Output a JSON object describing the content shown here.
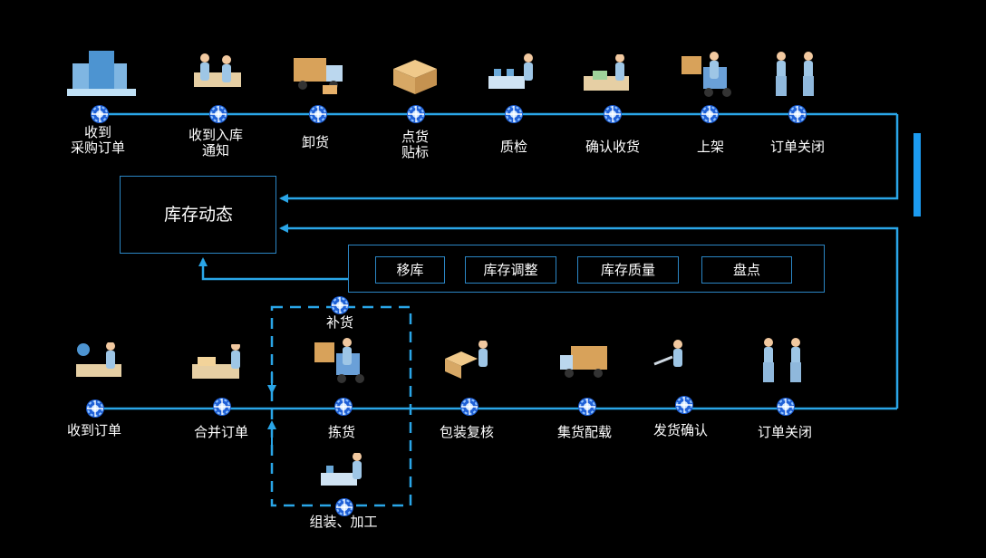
{
  "inbound": {
    "steps": [
      {
        "label": "收到\n采购订单",
        "icon": "office-building-icon"
      },
      {
        "label": "收到入库\n通知",
        "icon": "desk-worker-icon"
      },
      {
        "label": "卸货",
        "icon": "unloading-truck-icon"
      },
      {
        "label": "点货\n贴标",
        "icon": "cardboard-box-icon"
      },
      {
        "label": "质检",
        "icon": "inspection-worker-icon"
      },
      {
        "label": "确认收货",
        "icon": "confirm-receipt-icon"
      },
      {
        "label": "上架",
        "icon": "forklift-icon"
      },
      {
        "label": "订单关闭",
        "icon": "handshake-icon"
      }
    ]
  },
  "inventory": {
    "title": "库存动态",
    "actions": [
      "移库",
      "库存调整",
      "库存质量",
      "盘点"
    ]
  },
  "outbound": {
    "steps": [
      {
        "label": "收到订单",
        "icon": "order-desk-icon"
      },
      {
        "label": "合并订单",
        "icon": "merge-order-icon"
      },
      {
        "label": "拣货",
        "icon": "picking-forklift-icon"
      },
      {
        "label": "包装复核",
        "icon": "packing-check-icon"
      },
      {
        "label": "集货配载",
        "icon": "loading-truck-icon"
      },
      {
        "label": "发货确认",
        "icon": "shipping-confirm-icon"
      },
      {
        "label": "订单关闭",
        "icon": "handshake-icon"
      }
    ],
    "replenish_label": "补货",
    "assembly_label": "组装、加工"
  },
  "colors": {
    "line": "#2aa6e8",
    "node": "#3b7fe6",
    "box": "#2b86c5"
  }
}
